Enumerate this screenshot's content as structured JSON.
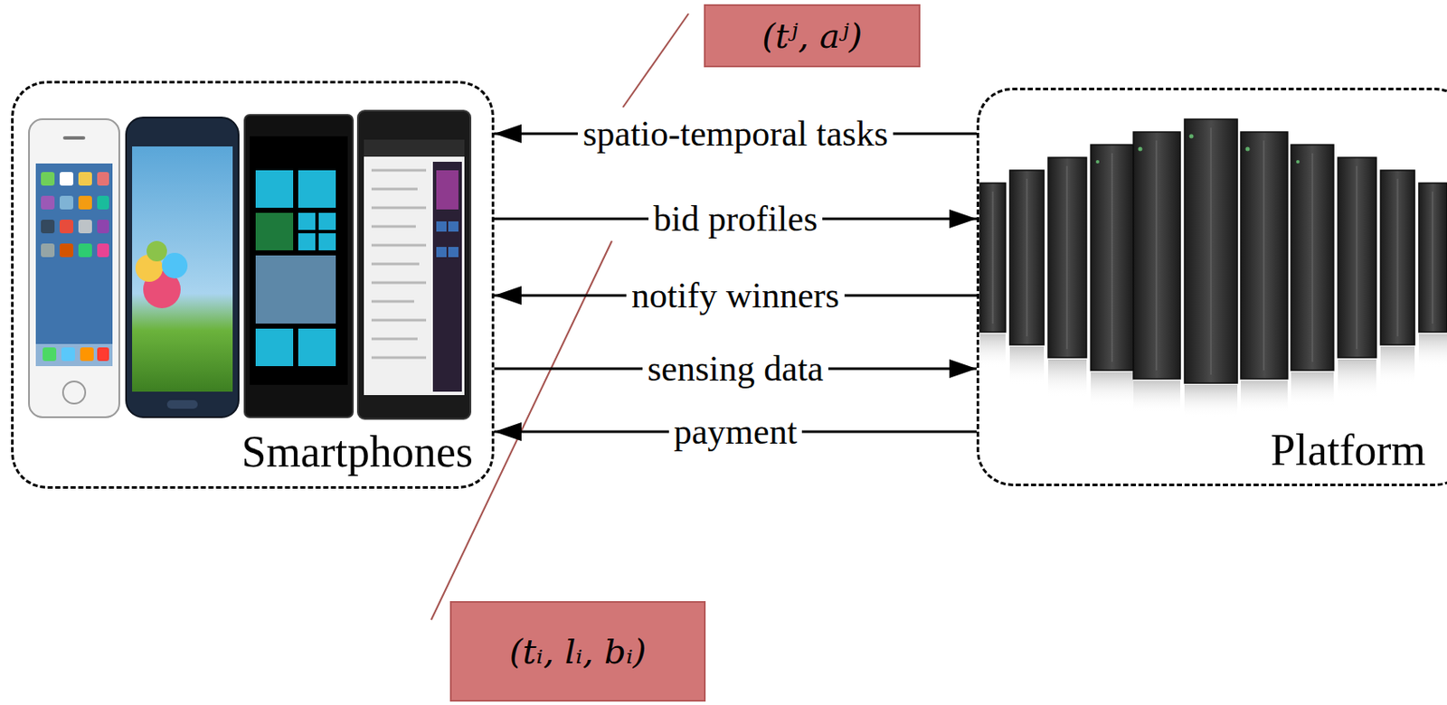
{
  "diagram": {
    "nodes": [
      {
        "text": [
          "(tʲ, aʲ)"
        ]
      },
      {
        "text": [
          "Smartphones"
        ]
      },
      {
        "text": [
          "Platform"
        ]
      },
      {
        "text": [
          "(tᵢ, lᵢ, bᵢ)"
        ]
      }
    ],
    "edges": [
      {
        "from": 2,
        "to": 1,
        "label": "spatio-temporal tasks",
        "arrow": "to"
      },
      {
        "from": 1,
        "to": 2,
        "label": "bid profiles",
        "arrow": "to"
      },
      {
        "from": 2,
        "to": 1,
        "label": "notify winners",
        "arrow": "to"
      },
      {
        "from": 1,
        "to": 2,
        "label": "sensing data",
        "arrow": "to"
      },
      {
        "from": 2,
        "to": 1,
        "label": "payment",
        "arrow": "to"
      }
    ]
  }
}
